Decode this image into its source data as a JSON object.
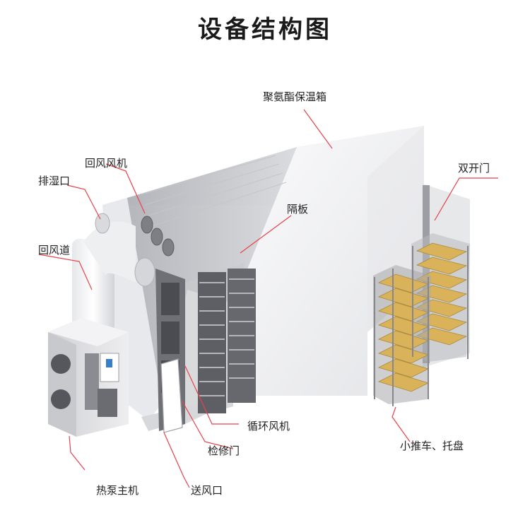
{
  "title": "设备结构图",
  "labels": {
    "insulation_box": "聚氨酯保温箱",
    "return_fan": "回风风机",
    "dehumidify_port": "排湿口",
    "return_duct": "回风道",
    "partition": "隔板",
    "double_door": "双开门",
    "heat_pump": "热泵主机",
    "supply_port": "送风口",
    "service_door": "检修门",
    "circulation_fan": "循环风机",
    "cart_tray": "小推车、托盘"
  },
  "colors": {
    "leader_line": "#e8424a",
    "box_white": "#f2f2f4",
    "box_shade": "#dcdde0",
    "rack_metal": "#9a9ca2",
    "tray_gold": "#d9b25a",
    "title": "#1a1a1a"
  }
}
